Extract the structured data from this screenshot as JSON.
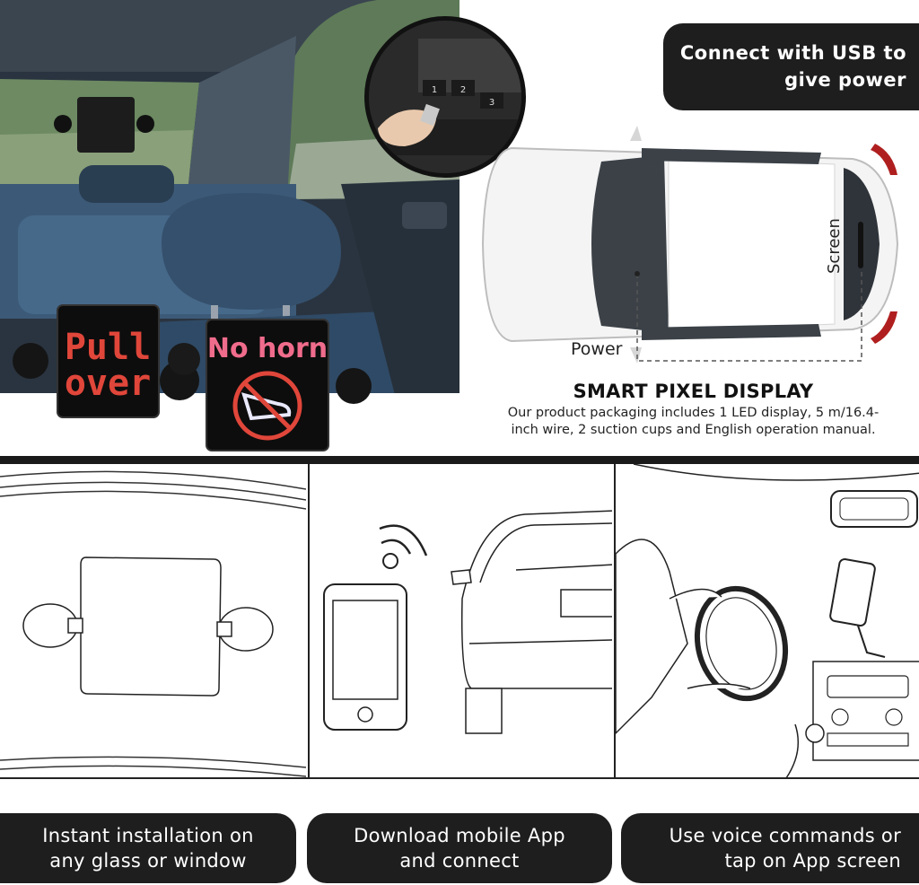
{
  "usb_callout": {
    "line1": "Connect with USB to",
    "line2": "give power"
  },
  "led_displays": {
    "left_sign": {
      "line1": "Pull",
      "line2": "over",
      "color": "#e0463a"
    },
    "right_sign": {
      "text": "No horn",
      "color": "#f06c8c"
    }
  },
  "usb_port_labels": [
    "1",
    "2",
    "3"
  ],
  "diagram": {
    "power_label": "Power",
    "screen_label": "Screen"
  },
  "product": {
    "title": "SMART PIXEL DISPLAY",
    "description": "Our product packaging includes 1 LED display, 5 m/16.4-inch wire, 2 suction cups and English operation manual."
  },
  "features": [
    {
      "line1": "Instant installation on",
      "line2": "any glass or window"
    },
    {
      "line1": "Download mobile App",
      "line2": "and connect"
    },
    {
      "line1": "Use voice commands or",
      "line2": "tap on App screen"
    }
  ],
  "colors": {
    "badge_bg": "#1e1e1e",
    "badge_text": "#ffffff",
    "divider": "#1a1a1a"
  },
  "icons": {
    "led_display": "led-display-icon",
    "no_horn": "no-horn-icon",
    "wifi": "wifi-icon",
    "smartphone": "smartphone-icon",
    "suction_cup": "suction-cup-icon"
  }
}
